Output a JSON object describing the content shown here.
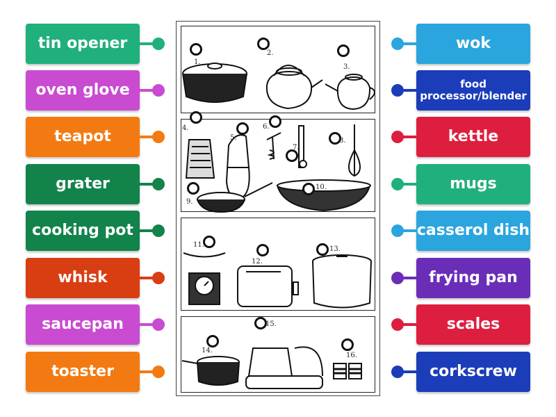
{
  "left_labels": [
    {
      "text": "tin opener",
      "color": "#20B07C"
    },
    {
      "text": "oven glove",
      "color": "#C94BD1"
    },
    {
      "text": "teapot",
      "color": "#F37A12"
    },
    {
      "text": "grater",
      "color": "#12834A"
    },
    {
      "text": "cooking pot",
      "color": "#12834A"
    },
    {
      "text": "whisk",
      "color": "#D93E13"
    },
    {
      "text": "saucepan",
      "color": "#C94BD1"
    },
    {
      "text": "toaster",
      "color": "#F37A12"
    }
  ],
  "right_labels": [
    {
      "text": "wok",
      "color": "#2AA5DE"
    },
    {
      "text": "food processor/blender",
      "color": "#1C3DB9"
    },
    {
      "text": "kettle",
      "color": "#DE1E3E"
    },
    {
      "text": "mugs",
      "color": "#20B07C"
    },
    {
      "text": "casserol dish",
      "color": "#2AA5DE"
    },
    {
      "text": "frying pan",
      "color": "#6A2DB8"
    },
    {
      "text": "scales",
      "color": "#DE1E3E"
    },
    {
      "text": "corkscrew",
      "color": "#1C3DB9"
    }
  ],
  "picture_numbers": [
    "1.",
    "2.",
    "3.",
    "4.",
    "5.",
    "6.",
    "7.",
    "8.",
    "9.",
    "10.",
    "11.",
    "12.",
    "13.",
    "14.",
    "15.",
    "16."
  ]
}
